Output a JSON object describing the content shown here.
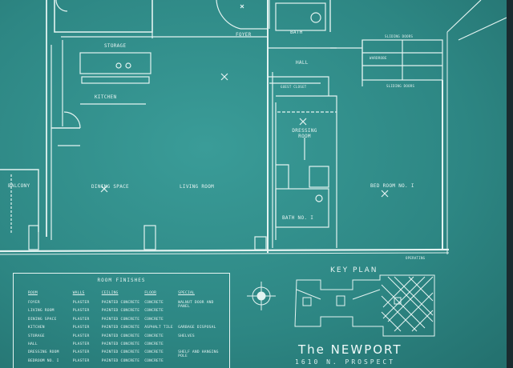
{
  "rooms": {
    "storage": "STORAGE",
    "foyer": "FOYER",
    "bath_top": "BATH",
    "hall": "HALL",
    "kitchen": "KITCHEN",
    "guest_closet": "GUEST CLOSET",
    "dressing_room": "DRESSING ROOM",
    "balcony": "BALCONY",
    "dining_space": "DINING SPACE",
    "living_room": "LIVING ROOM",
    "bed_room": "BED ROOM NO. I",
    "bath_1": "BATH NO. I"
  },
  "annotations": {
    "sliding_doors_top": "SLIDING DOORS",
    "sliding_doors_bottom": "SLIDING DOORS",
    "wardrobe": "WARDROBE",
    "operating": "OPERATING"
  },
  "finishes": {
    "title": "ROOM FINISHES",
    "headers": [
      "ROOM",
      "WALLS",
      "CEILING",
      "FLOOR",
      "SPECIAL"
    ],
    "rows": [
      [
        "FOYER",
        "PLASTER",
        "PAINTED CONCRETE",
        "CONCRETE",
        "WALNUT DOOR AND PANEL"
      ],
      [
        "LIVING ROOM",
        "PLASTER",
        "PAINTED CONCRETE",
        "CONCRETE",
        ""
      ],
      [
        "DINING SPACE",
        "PLASTER",
        "PAINTED CONCRETE",
        "CONCRETE",
        ""
      ],
      [
        "KITCHEN",
        "PLASTER",
        "PAINTED CONCRETE",
        "ASPHALT TILE",
        "GARBAGE DISPOSAL"
      ],
      [
        "STORAGE",
        "PLASTER",
        "PAINTED CONCRETE",
        "CONCRETE",
        "SHELVES"
      ],
      [
        "HALL",
        "PLASTER",
        "PAINTED CONCRETE",
        "CONCRETE",
        ""
      ],
      [
        "DRESSING ROOM",
        "PLASTER",
        "PAINTED CONCRETE",
        "CONCRETE",
        "SHELF AND HANGING POLE"
      ],
      [
        "BEDROOM NO. I",
        "PLASTER",
        "PAINTED CONCRETE",
        "CONCRETE",
        ""
      ]
    ]
  },
  "key_plan": "KEY PLAN",
  "building": "The NEWPORT",
  "address": "1610 N. PROSPECT",
  "colors": {
    "paper": "#2f8d8a",
    "line": "#e6f4f2"
  }
}
